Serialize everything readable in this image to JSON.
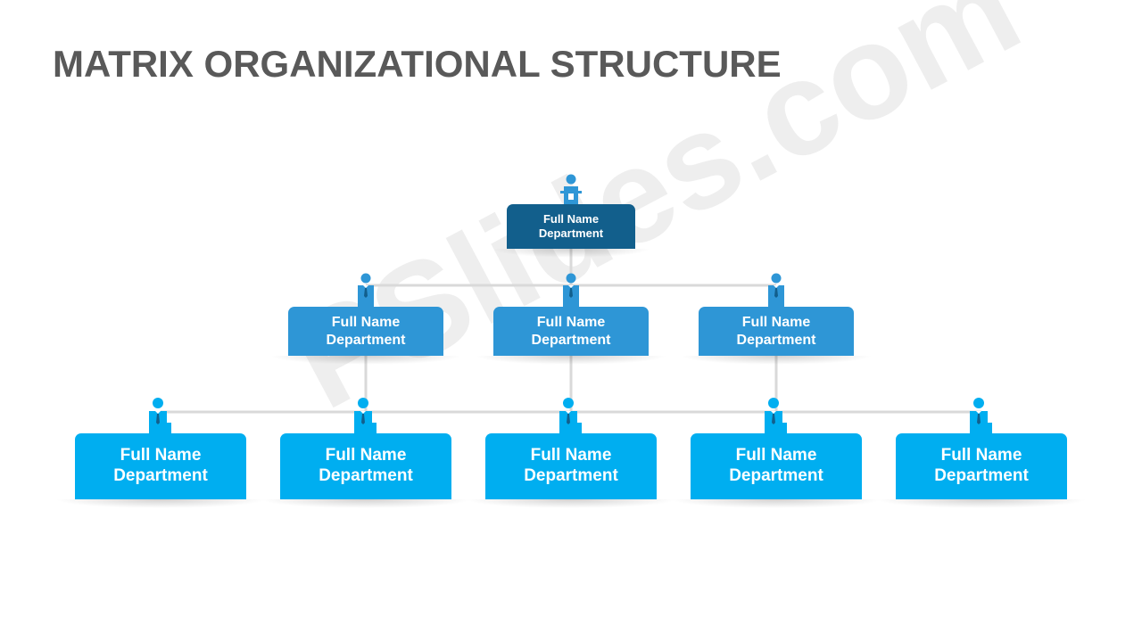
{
  "title": "MATRIX ORGANIZATIONAL STRUCTURE",
  "watermark": "PSlides.com",
  "colors": {
    "top_box": "#125f8c",
    "middle_box": "#2e96d6",
    "bottom_box": "#00aef0",
    "connector": "#d9d9d9",
    "person_icon": "#2e96d6"
  },
  "nodes": {
    "top": {
      "name": "Full Name",
      "department": "Department",
      "icon": "person-podium-icon"
    },
    "middle": [
      {
        "name": "Full Name",
        "department": "Department",
        "icon": "person-icon"
      },
      {
        "name": "Full Name",
        "department": "Department",
        "icon": "person-icon"
      },
      {
        "name": "Full Name",
        "department": "Department",
        "icon": "person-icon"
      }
    ],
    "bottom": [
      {
        "name": "Full Name",
        "department": "Department",
        "icon": "person-icon"
      },
      {
        "name": "Full Name",
        "department": "Department",
        "icon": "person-icon"
      },
      {
        "name": "Full Name",
        "department": "Department",
        "icon": "person-icon"
      },
      {
        "name": "Full Name",
        "department": "Department",
        "icon": "person-icon"
      },
      {
        "name": "Full Name",
        "department": "Department",
        "icon": "person-icon"
      }
    ]
  }
}
